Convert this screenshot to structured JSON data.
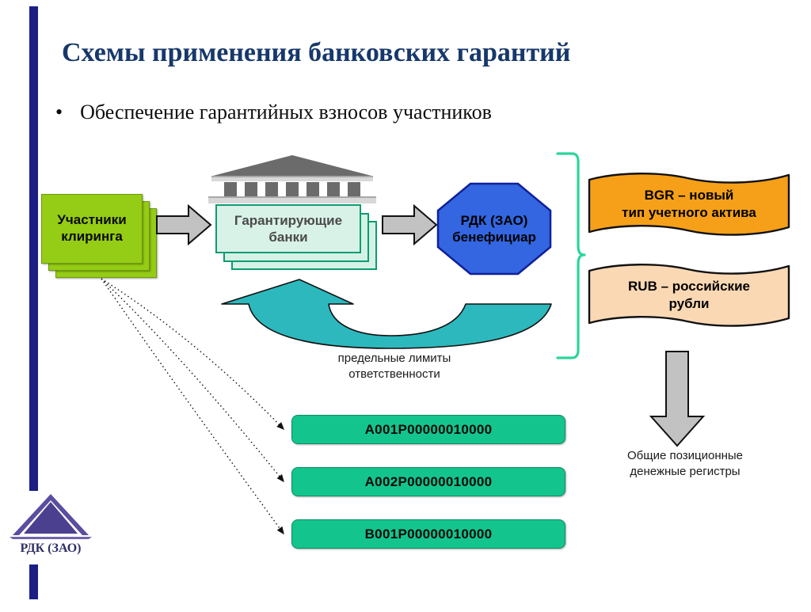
{
  "slide": {
    "title": "Схемы применения банковских гарантий",
    "bullet": "Обеспечение гарантийных взносов участников",
    "accent_navy": "#1b1f84",
    "title_color": "#17386b"
  },
  "diagram": {
    "participants": {
      "label_line1": "Участники",
      "label_line2": "клиринга",
      "color": "#95cc15",
      "stack_count": 3
    },
    "bank_icon_name": "bank-building-icon",
    "banks": {
      "label_line1": "Гарантирующие",
      "label_line2": "банки",
      "color": "#d9f2e8",
      "border_color": "#0f9b72",
      "stack_count": 3
    },
    "beneficiary": {
      "label_line1": "РДК (ЗАО)",
      "label_line2": "бенефициар",
      "color": "#3366e0",
      "shape": "octagon"
    },
    "arrows": {
      "arrow1_name": "gray-arrow-participants-to-banks",
      "arrow2_name": "gray-arrow-banks-to-beneficiary",
      "arrow3_name": "gray-arrow-down-to-registers",
      "curved_name": "teal-curved-arrow-limits",
      "color": "#c2c2c2"
    },
    "limits_caption_line1": "предельные лимиты",
    "limits_caption_line2": "ответственности",
    "bracket_color": "#2bd59a",
    "banners": [
      {
        "line1": "BGR – новый",
        "line2": "тип учетного актива",
        "color": "#f5a018"
      },
      {
        "line1": "RUB – российские",
        "line2": "рубли",
        "color": "#fad8b4"
      }
    ],
    "registers": [
      {
        "code": "A001P00000010000"
      },
      {
        "code": "A002P00000010000"
      },
      {
        "code": "B001P00000010000"
      }
    ],
    "register_color": "#14c48d",
    "registers_caption_line1": "Общие позиционные",
    "registers_caption_line2": "денежные регистры"
  },
  "footer": {
    "logo_text": "РДК (ЗАО)",
    "logo_color": "#4b3f8f"
  }
}
